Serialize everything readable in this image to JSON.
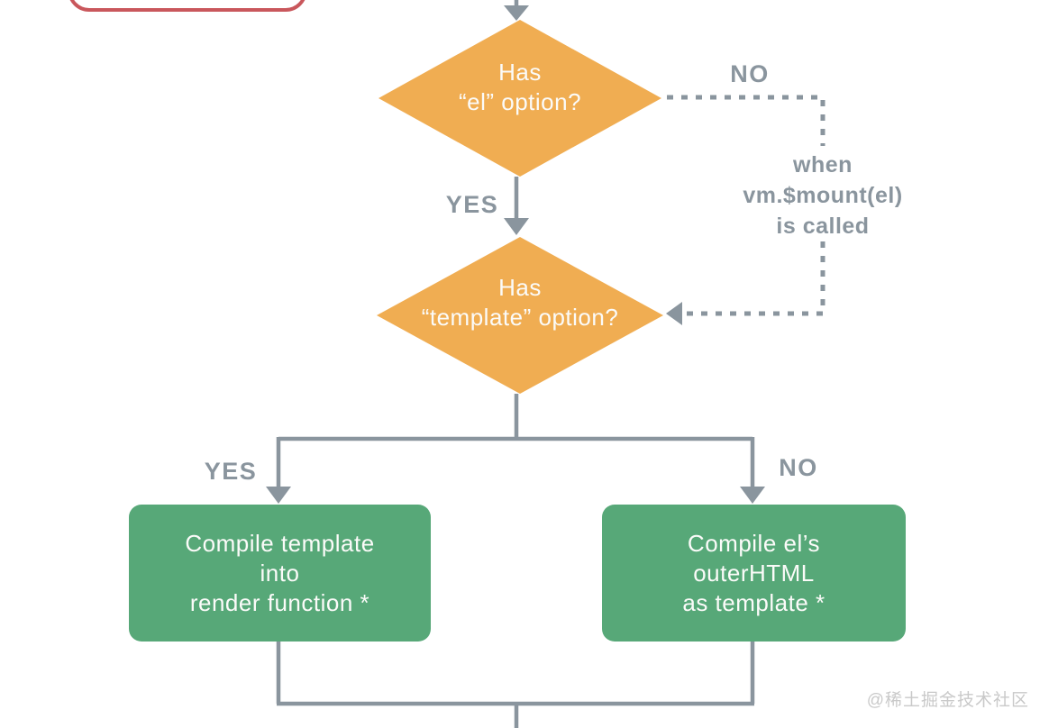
{
  "nodes": {
    "has_el": {
      "line1": "Has",
      "line2": "“el” option?"
    },
    "has_template": {
      "line1": "Has",
      "line2": "“template” option?"
    },
    "compile_template": {
      "line1": "Compile template",
      "line2": "into",
      "line3": "render function *"
    },
    "compile_outer": {
      "line1": "Compile el’s",
      "line2": "outerHTML",
      "line3": "as template *"
    }
  },
  "labels": {
    "no_top": "NO",
    "yes_top": "YES",
    "yes_bottom": "YES",
    "no_bottom": "NO"
  },
  "mount_note": {
    "line1": "when",
    "line2": "vm.$mount(el)",
    "line3": "is called"
  },
  "watermark": "@稀土掘金技术社区",
  "colors": {
    "diamond_fill": "#F0AD52",
    "process_fill": "#57A878",
    "connector_gray": "#8A959E",
    "partial_box_border": "#C9575C",
    "node_text": "#FBFBF9",
    "watermark_gray": "#C9C9C9"
  }
}
